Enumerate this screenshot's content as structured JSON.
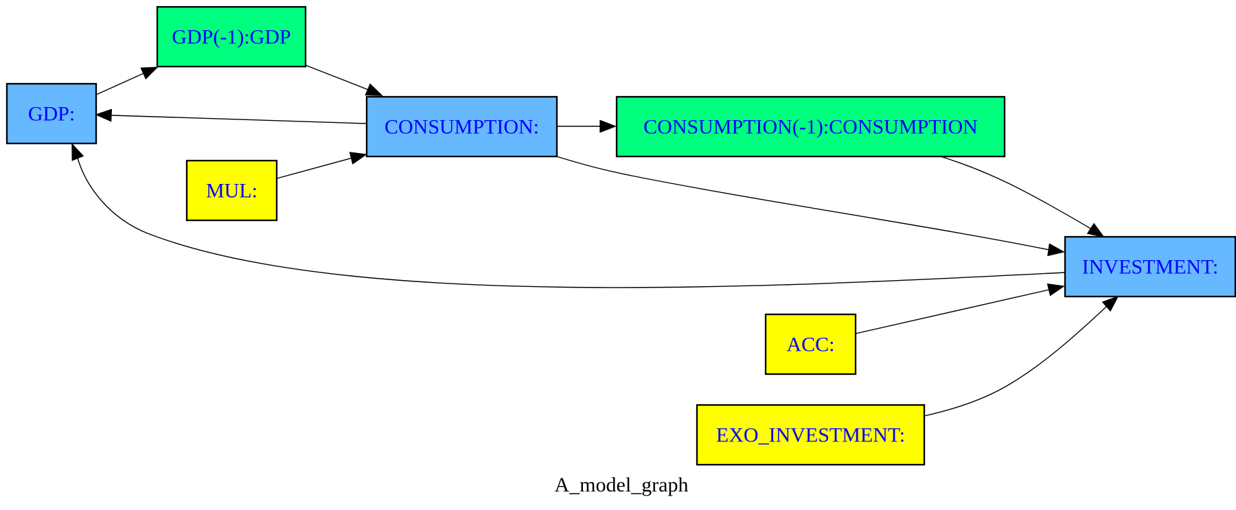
{
  "colors": {
    "equation": "#66b8ff",
    "lag": "#00ff7f",
    "parameter": "#ffff00",
    "label_text": "#0000ff",
    "border": "#000000"
  },
  "caption": "A_model_graph",
  "nodes": [
    {
      "id": "gdp",
      "label": "GDP:",
      "kind": "equation"
    },
    {
      "id": "gdp_lag",
      "label": "GDP(-1):GDP",
      "kind": "lag"
    },
    {
      "id": "consumption",
      "label": "CONSUMPTION:",
      "kind": "equation"
    },
    {
      "id": "consumption_lag",
      "label": "CONSUMPTION(-1):CONSUMPTION",
      "kind": "lag"
    },
    {
      "id": "mul",
      "label": "MUL:",
      "kind": "parameter"
    },
    {
      "id": "investment",
      "label": "INVESTMENT:",
      "kind": "equation"
    },
    {
      "id": "acc",
      "label": "ACC:",
      "kind": "parameter"
    },
    {
      "id": "exo_investment",
      "label": "EXO_INVESTMENT:",
      "kind": "parameter"
    }
  ],
  "edges": [
    {
      "from": "gdp",
      "to": "gdp_lag"
    },
    {
      "from": "gdp_lag",
      "to": "consumption"
    },
    {
      "from": "consumption",
      "to": "gdp"
    },
    {
      "from": "mul",
      "to": "consumption"
    },
    {
      "from": "consumption",
      "to": "consumption_lag"
    },
    {
      "from": "consumption",
      "to": "investment"
    },
    {
      "from": "consumption_lag",
      "to": "investment"
    },
    {
      "from": "investment",
      "to": "gdp"
    },
    {
      "from": "acc",
      "to": "investment"
    },
    {
      "from": "exo_investment",
      "to": "investment"
    }
  ]
}
